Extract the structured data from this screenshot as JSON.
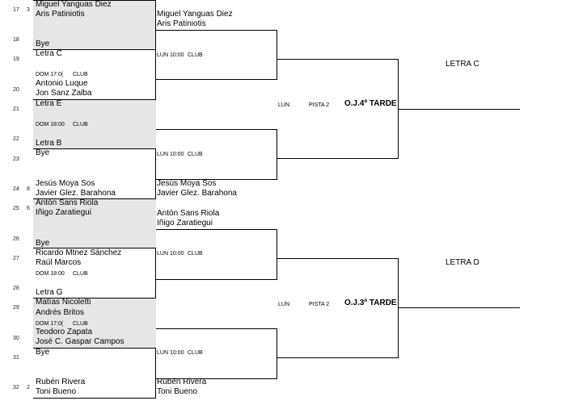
{
  "rows": {
    "r17": "17",
    "r17b": "3",
    "r18": "18",
    "r19": "19",
    "r20": "20",
    "r21": "21",
    "r22": "22",
    "r23": "23",
    "r24": "24",
    "r24b": "8",
    "r25": "25",
    "r25b": "6",
    "r26": "26",
    "r27": "27",
    "r28": "28",
    "r29": "29",
    "r30": "30",
    "r31": "31",
    "r32": "32",
    "r32b": "2"
  },
  "round1": {
    "m1": {
      "p1": "Miguel Yanguas Diez",
      "p2": "Aris Patiniotis"
    },
    "m2": {
      "p1": "Bye",
      "p2": "Letra C"
    },
    "m2_schedule": {
      "time": "DOM 17:0(",
      "place": "CLUB"
    },
    "m3": {
      "p1": "Antonio Luque",
      "p2": "Jon Sanz Zalba"
    },
    "m3b": {
      "p1": "Letra E"
    },
    "m3b_schedule": {
      "time": "DOM 18:00",
      "place": "CLUB"
    },
    "m4": {
      "p1": "Letra B",
      "p2": "Bye"
    },
    "m5": {
      "p1": "Jesús Moya Sos",
      "p2": "Javier Glez. Barahona"
    },
    "m6": {
      "p1": "Antón Sans Riola",
      "p2": "Iñigo Zaratiegui"
    },
    "m7": {
      "p1": "Bye",
      "p2": "Ricardo Mtnez Sánchez"
    },
    "m8": {
      "p1": "Raúl Marcos"
    },
    "m8_schedule": {
      "time": "DOM 18:00",
      "place": "CLUB"
    },
    "m9": {
      "p1": "Letra G",
      "p2": "Matías Nicoletti"
    },
    "m10": {
      "p1": "Andrés Britos"
    },
    "m10_schedule": {
      "time": "DOM 17:0(",
      "place": "CLUB"
    },
    "m11": {
      "p1": "Teodoro Zapata",
      "p2": "José C. Gaspar Campos"
    },
    "m12": {
      "p1": "Bye"
    },
    "m13": {
      "p1": "Rubén Rivera",
      "p2": "Toni Bueno"
    }
  },
  "round2": {
    "w1": {
      "p1": "Miguel Yanguas Diez",
      "p2": "Aris Patiniotis"
    },
    "s1": {
      "day": "LUN 10:00",
      "place": "CLUB"
    },
    "s2": {
      "day": "LUN 10:00",
      "place": "CLUB"
    },
    "w3": {
      "p1": "Jesús Moya Sos",
      "p2": "Javier Glez. Barahona"
    },
    "w4": {
      "p1": "Antón Sans Riola",
      "p2": "Iñigo Zaratiegui"
    },
    "s3": {
      "day": "LUN 10:00",
      "place": "CLUB"
    },
    "s4": {
      "day": "LUN 10:00",
      "place": "CLUB"
    },
    "w6": {
      "p1": "Rubén Rivera",
      "p2": "Toni Bueno"
    }
  },
  "round3": {
    "top": {
      "day": "LUN",
      "court": "PISTA 2",
      "label": "O.J.4º TARDE"
    },
    "bottom": {
      "day": "LUN",
      "court": "PISTA 2",
      "label": "O.J.3º TARDE"
    }
  },
  "final": {
    "top": "LETRA C",
    "bottom": "LETRA D"
  }
}
